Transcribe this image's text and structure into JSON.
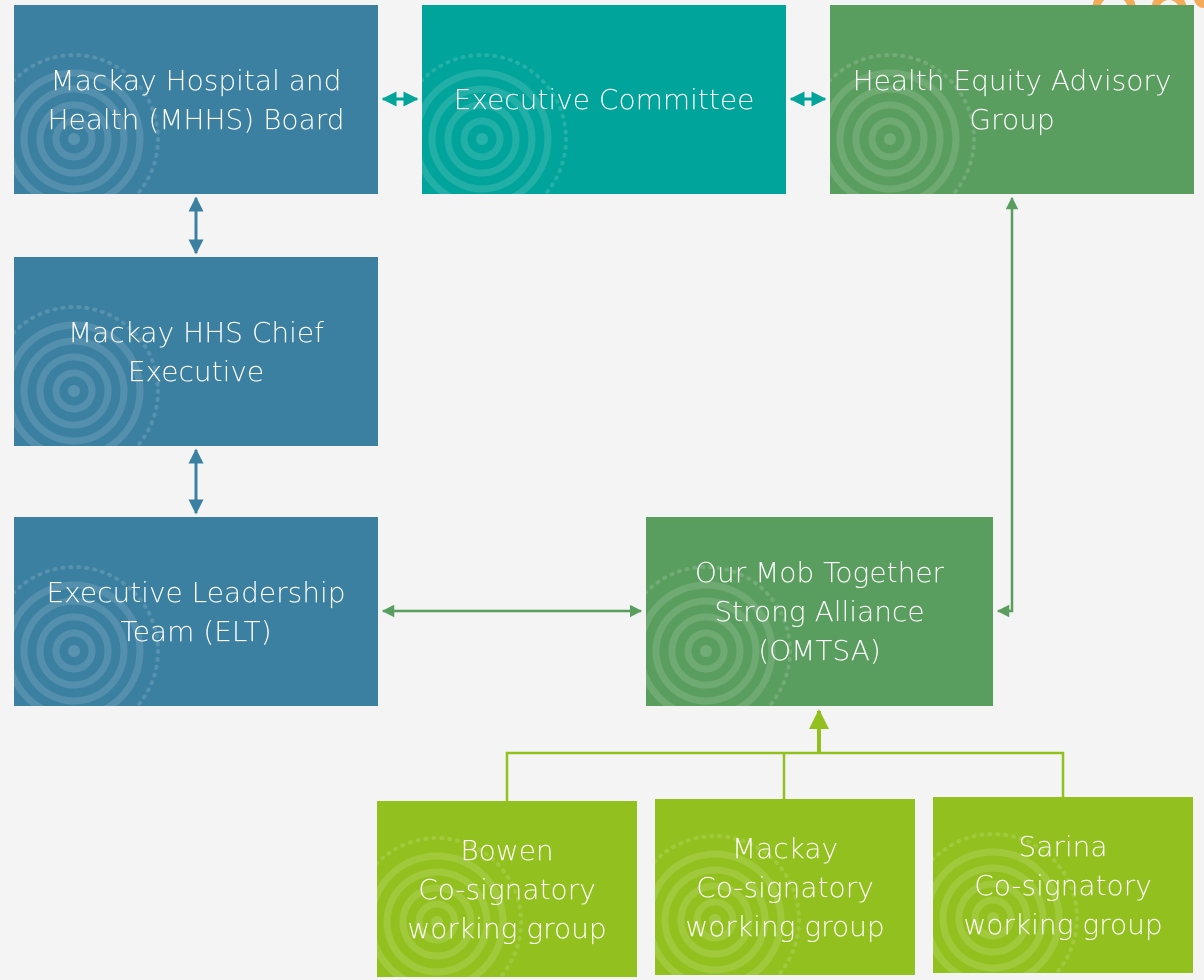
{
  "colors": {
    "blue": "#3b80a1",
    "teal": "#00a49a",
    "green": "#5a9e5f",
    "lime": "#92c11f",
    "connector_blue": "#3b80a1",
    "connector_teal": "#00a49a",
    "connector_green": "#5a9e5f",
    "connector_lime": "#92c11f",
    "decoration_orange": "#f39c3c"
  },
  "icons": {
    "box_motif": "concentric-dot-circles-icon",
    "corner_decoration": "orange-dot-pattern-icon"
  },
  "nodes": {
    "board": {
      "label": "Mackay Hospital and\nHealth (MHHS) Board"
    },
    "executive_committee": {
      "label": "Executive Committee"
    },
    "health_equity": {
      "label": "Health Equity Advisory\nGroup"
    },
    "chief_executive": {
      "label": "Mackay HHS Chief\nExecutive"
    },
    "elt": {
      "label": "Executive Leadership\nTeam (ELT)"
    },
    "omtsa": {
      "label": "Our Mob Together\nStrong Alliance\n(OMTSA)"
    },
    "bowen": {
      "label": "Bowen\nCo-signatory\nworking group"
    },
    "mackay": {
      "label": "Mackay\nCo-signatory\nworking group"
    },
    "sarina": {
      "label": "Sarina\nCo-signatory\nworking group"
    }
  },
  "edges": [
    {
      "from": "board",
      "to": "executive_committee",
      "direction": "both"
    },
    {
      "from": "executive_committee",
      "to": "health_equity",
      "direction": "both"
    },
    {
      "from": "board",
      "to": "chief_executive",
      "direction": "both"
    },
    {
      "from": "chief_executive",
      "to": "elt",
      "direction": "both"
    },
    {
      "from": "elt",
      "to": "omtsa",
      "direction": "both"
    },
    {
      "from": "omtsa",
      "to": "health_equity",
      "direction": "both"
    },
    {
      "from": "bowen",
      "to": "omtsa",
      "direction": "forward"
    },
    {
      "from": "mackay",
      "to": "omtsa",
      "direction": "forward"
    },
    {
      "from": "sarina",
      "to": "omtsa",
      "direction": "forward"
    }
  ]
}
